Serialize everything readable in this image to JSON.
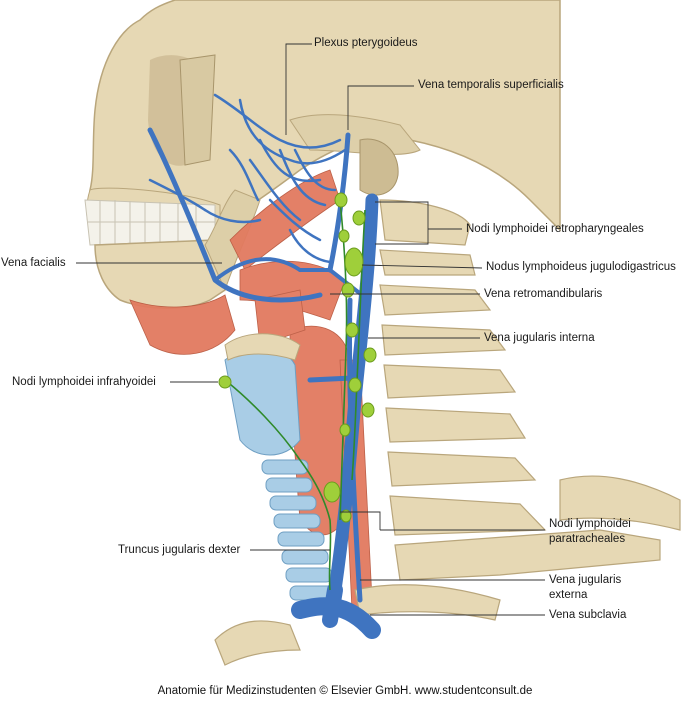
{
  "labels": {
    "plexus_pterygoideus": "Plexus pterygoideus",
    "vena_temporalis_superficialis": "Vena temporalis superficialis",
    "nodi_retropharyngeales": "Nodi lymphoidei retropharyngeales",
    "vena_facialis": "Vena facialis",
    "nodus_jugulodigastricus": "Nodus lymphoideus jugulodigastricus",
    "vena_retromandibularis": "Vena retromandibularis",
    "vena_jugularis_interna": "Vena jugularis interna",
    "nodi_infrahyoidei": "Nodi lymphoidei infrahyoidei",
    "nodi_paratracheales_line1": "Nodi lymphoidei",
    "nodi_paratracheales_line2": "paratracheales",
    "truncus_jugularis_dexter": "Truncus jugularis dexter",
    "vena_jugularis_externa_line1": "Vena jugularis",
    "vena_jugularis_externa_line2": "externa",
    "vena_subclavia": "Vena subclavia"
  },
  "credit": "Anatomie für Medizinstudenten © Elsevier GmbH. www.studentconsult.de",
  "colors": {
    "bone": "#e6d8b4",
    "bone_shade": "#c9b78e",
    "muscle": "#e27a5f",
    "vein": "#3f74c0",
    "lymph": "#9fcf3a",
    "lymph_vessel": "#2f8a2a",
    "cartilage": "#a9cde6",
    "teeth": "#f4f2ea"
  }
}
